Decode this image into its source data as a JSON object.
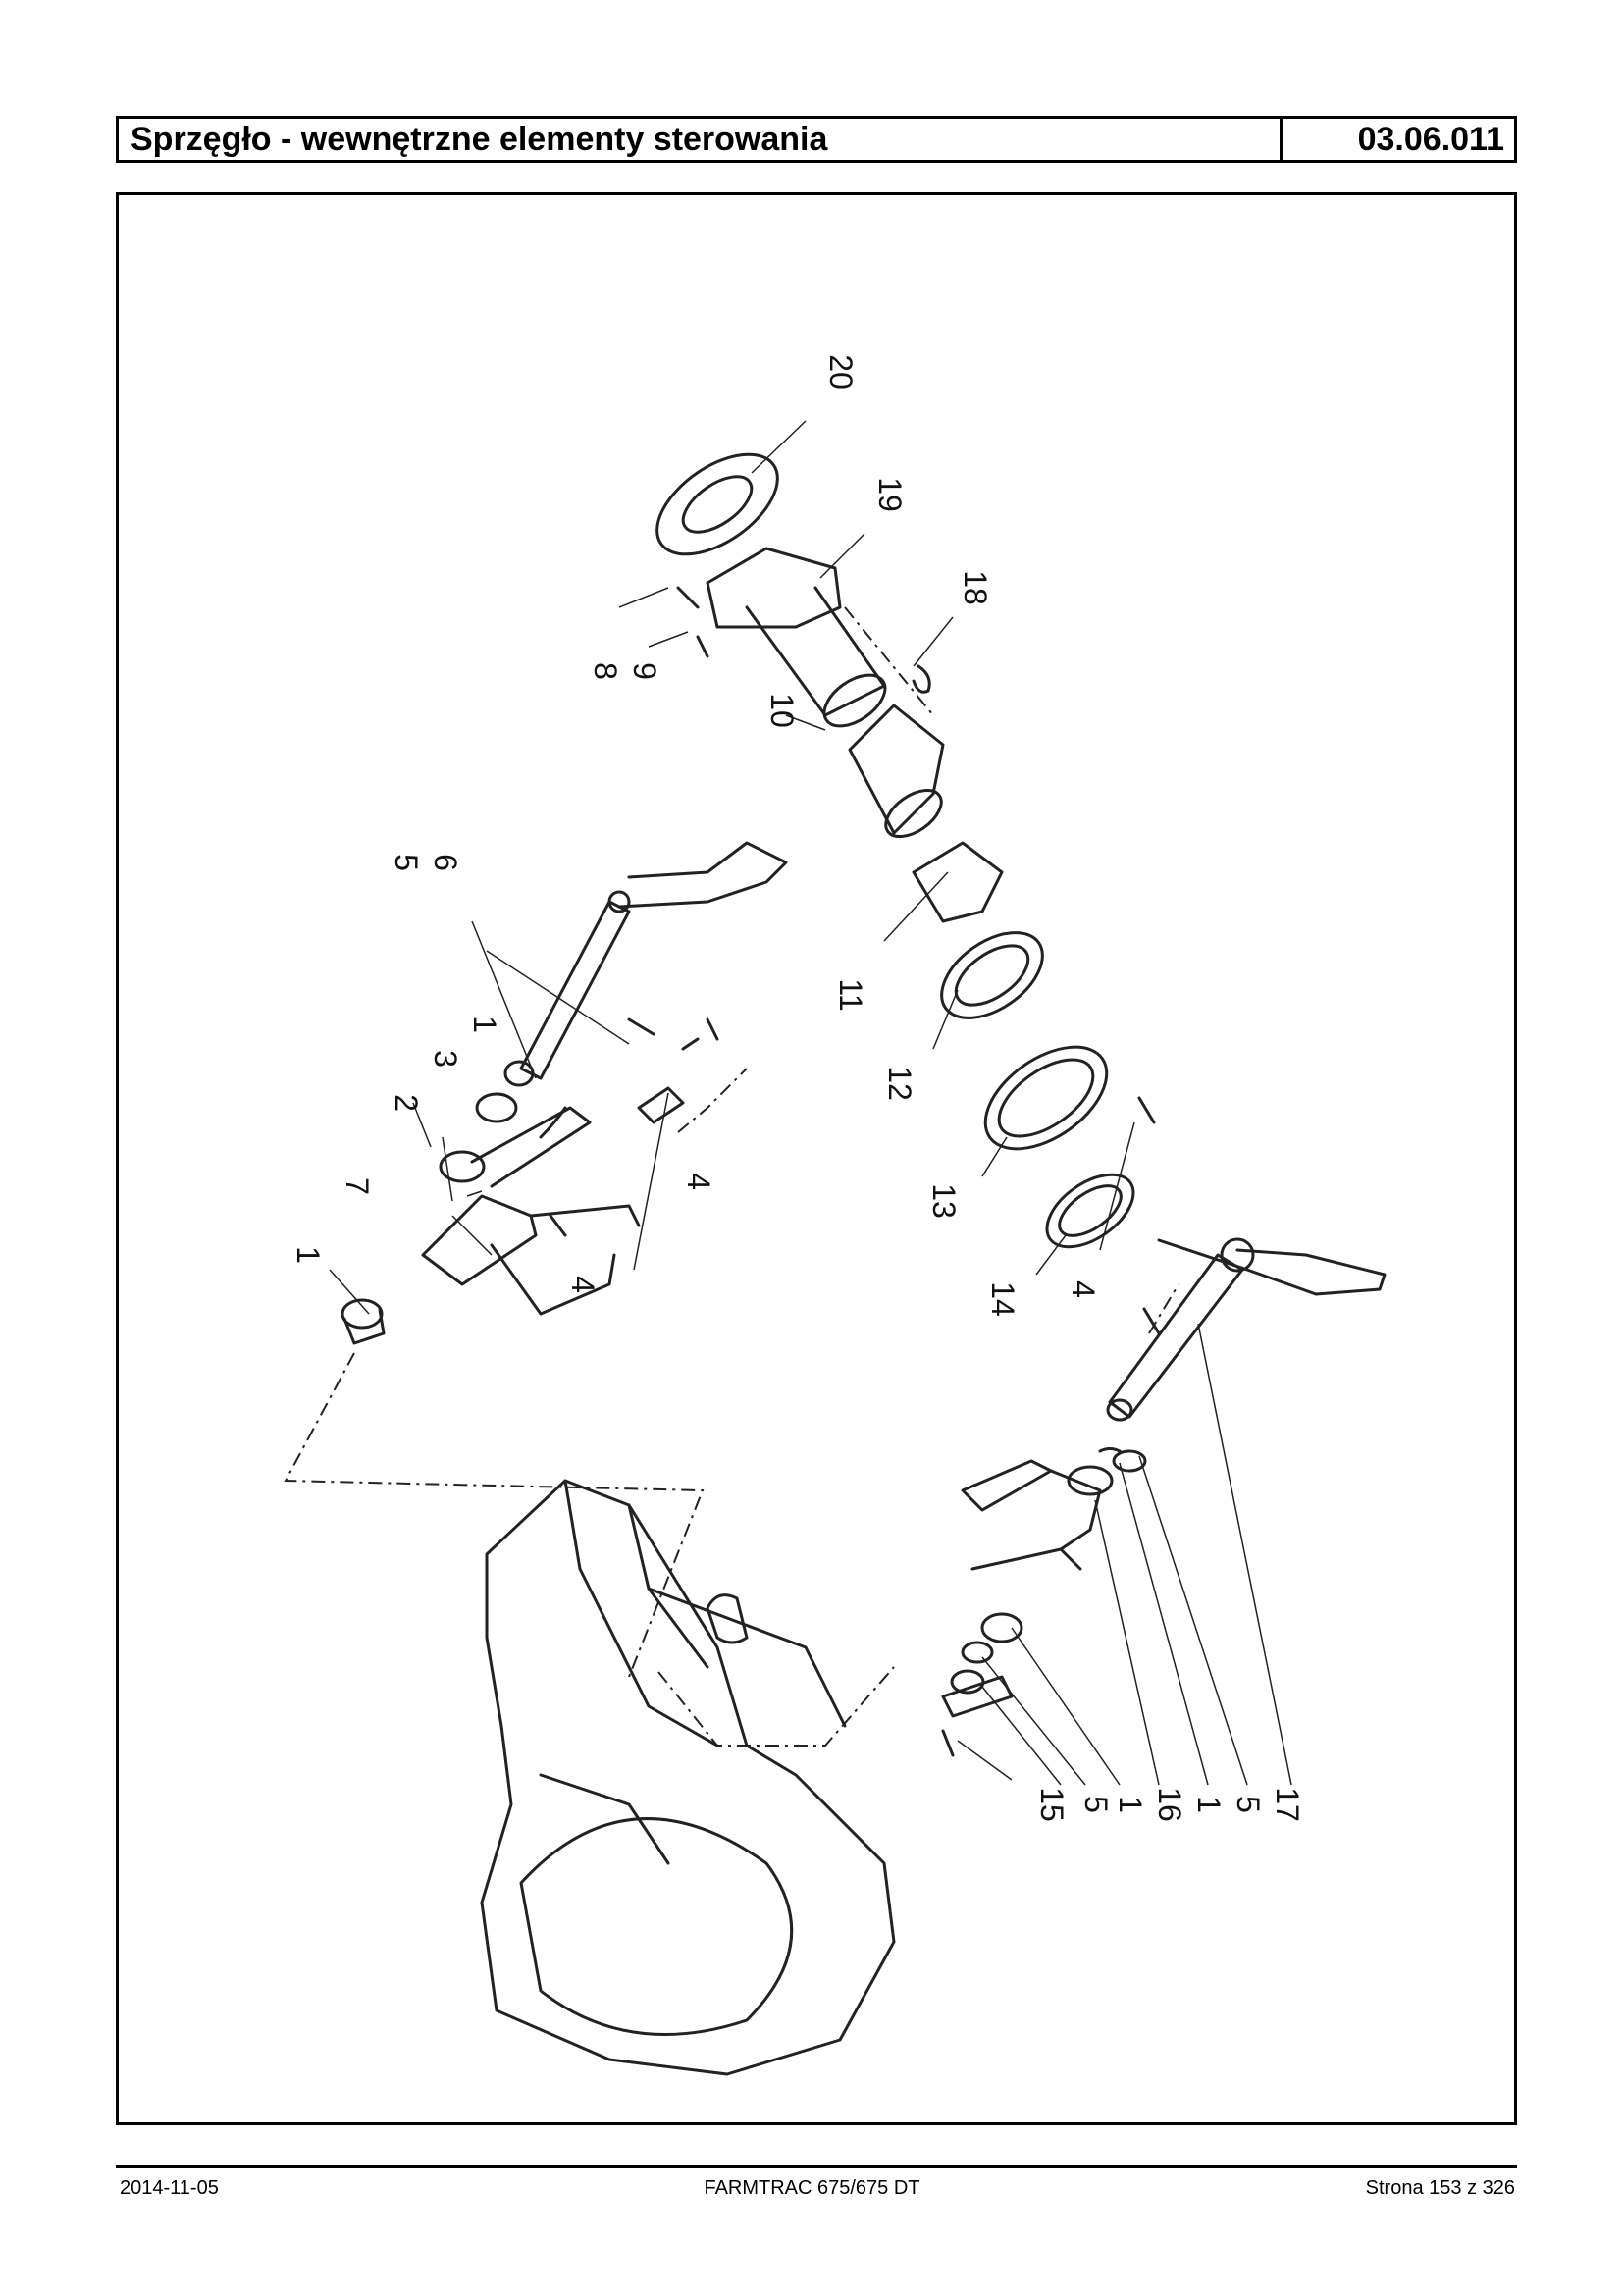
{
  "header": {
    "title": "Sprzęgło - wewnętrzne elementy sterowania",
    "code": "03.06.011"
  },
  "diagram": {
    "callouts": [
      "20",
      "19",
      "18",
      "8",
      "9",
      "10",
      "5",
      "6",
      "11",
      "12",
      "13",
      "14",
      "4",
      "1",
      "3",
      "2",
      "7",
      "4",
      "1",
      "4",
      "15",
      "5",
      "1",
      "16",
      "1",
      "5",
      "17"
    ]
  },
  "footer": {
    "date": "2014-11-05",
    "model": "FARMTRAC 675/675 DT",
    "page": "Strona 153 z 326"
  }
}
